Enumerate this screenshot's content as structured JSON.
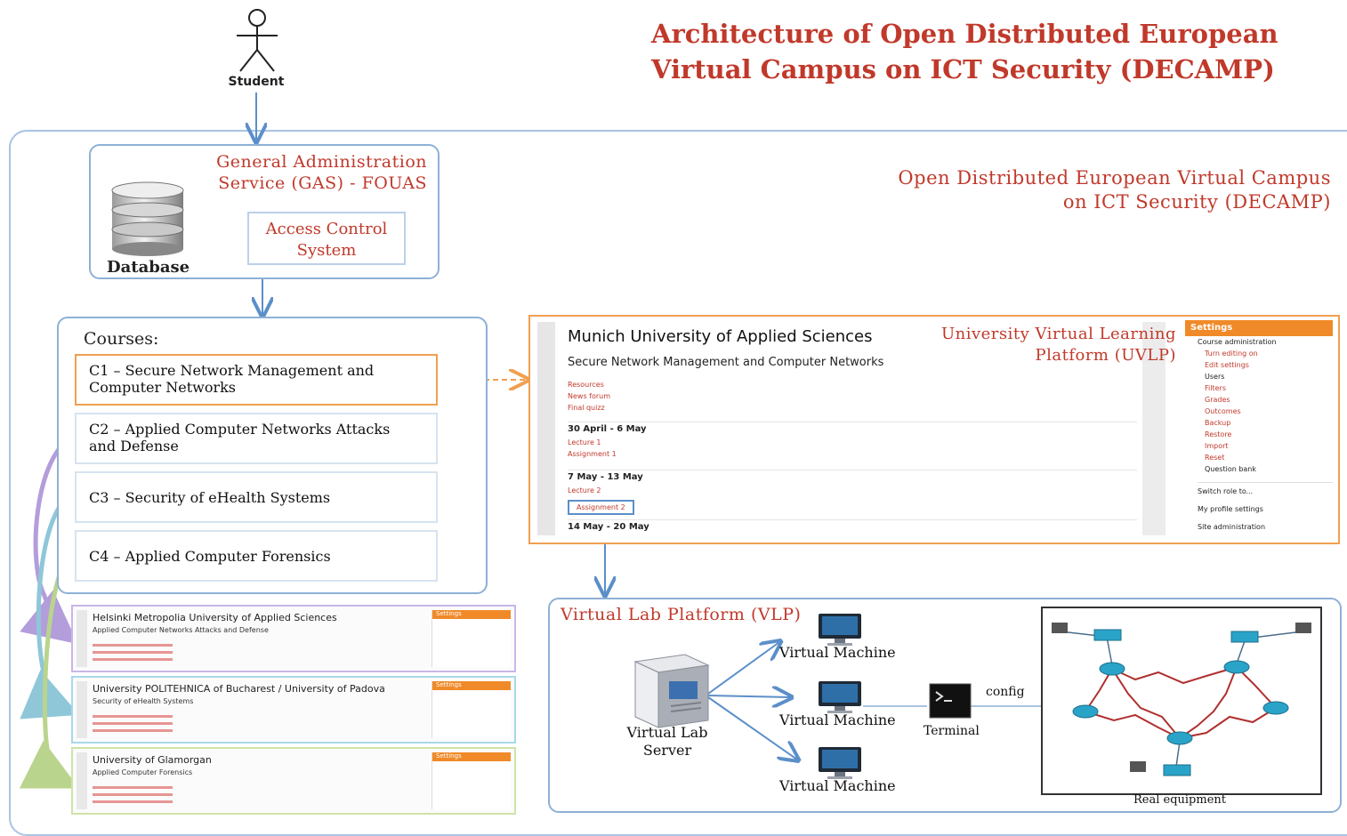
{
  "title": [
    "Architecture of Open Distributed European",
    "Virtual Campus on ICT Security (DECAMP)"
  ],
  "actor": {
    "label": "Student"
  },
  "campus": {
    "label": [
      "Open Distributed European Virtual Campus",
      "on ICT Security (DECAMP)"
    ]
  },
  "gas": {
    "label": [
      "General Administration",
      "Service (GAS) - FOUAS"
    ],
    "database": "Database",
    "access_control": [
      "Access Control",
      "System"
    ]
  },
  "courses": {
    "heading": "Courses:",
    "items": [
      {
        "label": [
          "C1 – Secure Network Management and",
          "Computer Networks"
        ]
      },
      {
        "label": [
          "C2 – Applied Computer Networks Attacks",
          "and Defense"
        ]
      },
      {
        "label": [
          "C3 – Security of eHealth Systems"
        ]
      },
      {
        "label": [
          "C4 – Applied Computer Forensics"
        ]
      }
    ]
  },
  "uvlp": {
    "label": [
      "University Virtual Learning",
      "Platform (UVLP)"
    ],
    "university": "Munich University of Applied Sciences",
    "course": "Secure Network Management and Computer Networks",
    "top_links": [
      "Resources",
      "News forum",
      "Final quizz"
    ],
    "weeks": [
      {
        "date": "30 April - 6 May",
        "items": [
          "Lecture 1",
          "Assignment 1"
        ]
      },
      {
        "date": "7 May - 13 May",
        "items": [
          "Lecture 2",
          "Assignment 2"
        ]
      },
      {
        "date": "14 May - 20 May",
        "items": []
      }
    ],
    "settings": {
      "header": "Settings",
      "section": "Course administration",
      "items": [
        "Turn editing on",
        "Edit settings",
        "Users",
        "Filters",
        "Grades",
        "Outcomes",
        "Backup",
        "Restore",
        "Import",
        "Reset",
        "Question bank"
      ],
      "footer": [
        "Switch role to...",
        "My profile settings",
        "Site administration"
      ]
    }
  },
  "mini_shots": [
    {
      "university": "Helsinki Metropolia University of Applied Sciences",
      "course": "Applied Computer Networks Attacks and Defense",
      "settings": "Settings"
    },
    {
      "university": "University POLITEHNICA of Bucharest / University of Padova",
      "course": "Security of eHealth Systems",
      "settings": "Settings"
    },
    {
      "university": "University of Glamorgan",
      "course": "Applied Computer Forensics",
      "settings": "Settings"
    }
  ],
  "vlp": {
    "label": "Virtual Lab Platform (VLP)",
    "server": [
      "Virtual Lab",
      "Server"
    ],
    "vms": [
      "Virtual Machine",
      "Virtual Machine",
      "Virtual Machine"
    ],
    "terminal": "Terminal",
    "config": "config",
    "real_equipment": "Real equipment"
  },
  "colors": {
    "accent_red": "#c0392b",
    "frame_blue": "#8eb0d6",
    "highlight_orange": "#f0a050",
    "arrow_blue": "#5b8fc9"
  }
}
